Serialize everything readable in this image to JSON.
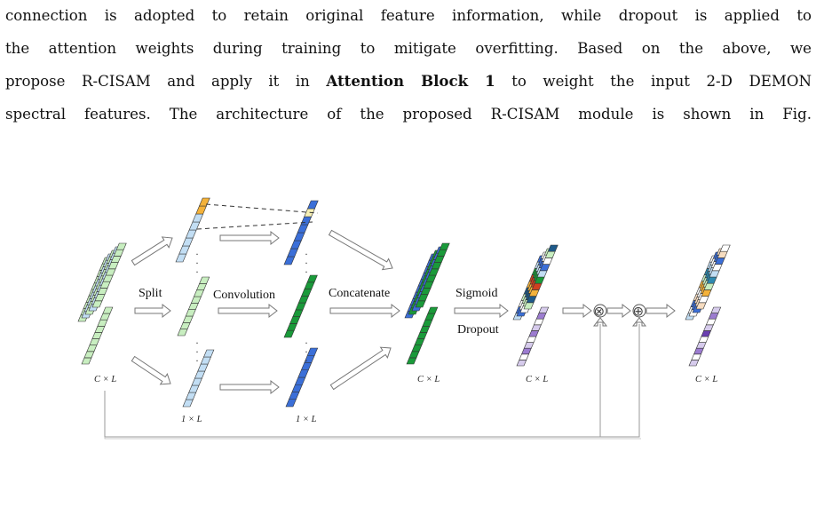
{
  "paragraph": {
    "line1": "connection is adopted to retain original feature information, while dropout is applied to",
    "line2": "the attention weights during training to mitigate overfitting. Based on the above, we",
    "line3_pre": "propose R-CISAM and apply it in ",
    "line3_bold": "Attention Block 1",
    "line3_post": " to weight the input 2-D DEMON",
    "line4": "spectral features. The architecture of the proposed R-CISAM module is shown in Fig."
  },
  "figure": {
    "labels": {
      "split": "Split",
      "convolution": "Convolution",
      "concatenate": "Concatenate",
      "sigmoid": "Sigmoid",
      "dropout": "Dropout"
    },
    "dims": {
      "input": "C × L",
      "split_slice": "1 × L",
      "conv_slice": "1 × L",
      "concat": "C × L",
      "weights": "C × L",
      "output": "C × L"
    },
    "operators": {
      "multiply": "⊗",
      "add": "⊕"
    },
    "colors": {
      "light_green": "#c8eec0",
      "green": "#1a9a3a",
      "light_blue": "#c2def4",
      "blue": "#3b6fd8",
      "orange": "#f4b23a",
      "light_yellow": "#f6f0b4",
      "purple": "#9c7cd0",
      "light_purple": "#d6cbec"
    }
  }
}
